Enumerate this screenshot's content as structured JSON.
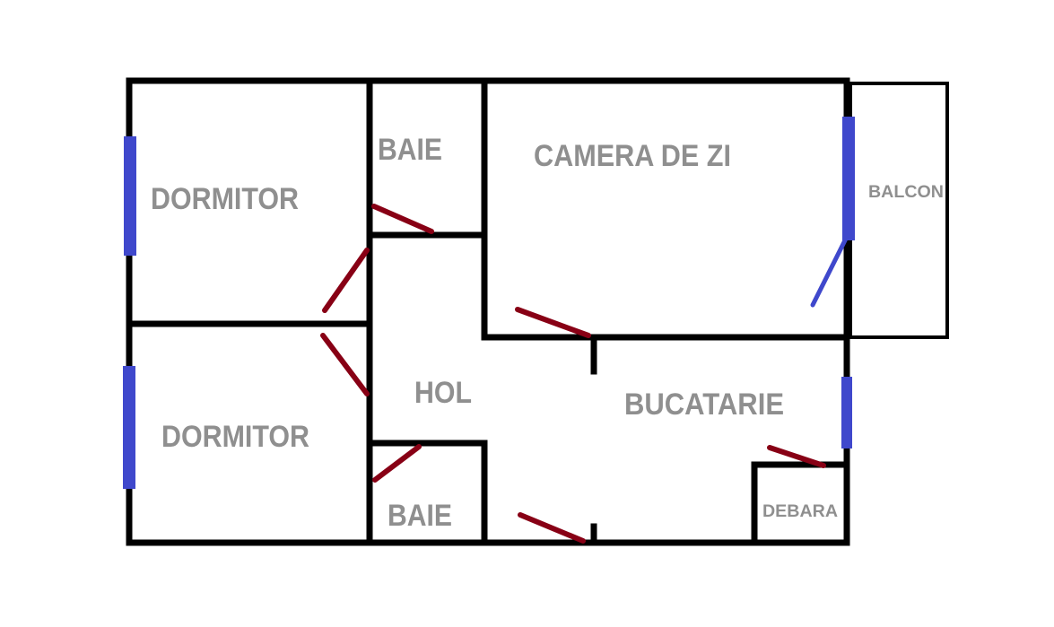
{
  "colors": {
    "wall": "#000000",
    "window": "#3f48cc",
    "door": "#880015",
    "label": "#8f8f8f"
  },
  "rooms": {
    "bedroom_top": "DORMITOR",
    "bathroom_top": "BAIE",
    "living_room": "CAMERA DE ZI",
    "balcony": "BALCON",
    "hall": "HOL",
    "kitchen": "BUCATARIE",
    "bedroom_bottom": "DORMITOR",
    "bathroom_bottom": "BAIE",
    "pantry": "DEBARA"
  }
}
